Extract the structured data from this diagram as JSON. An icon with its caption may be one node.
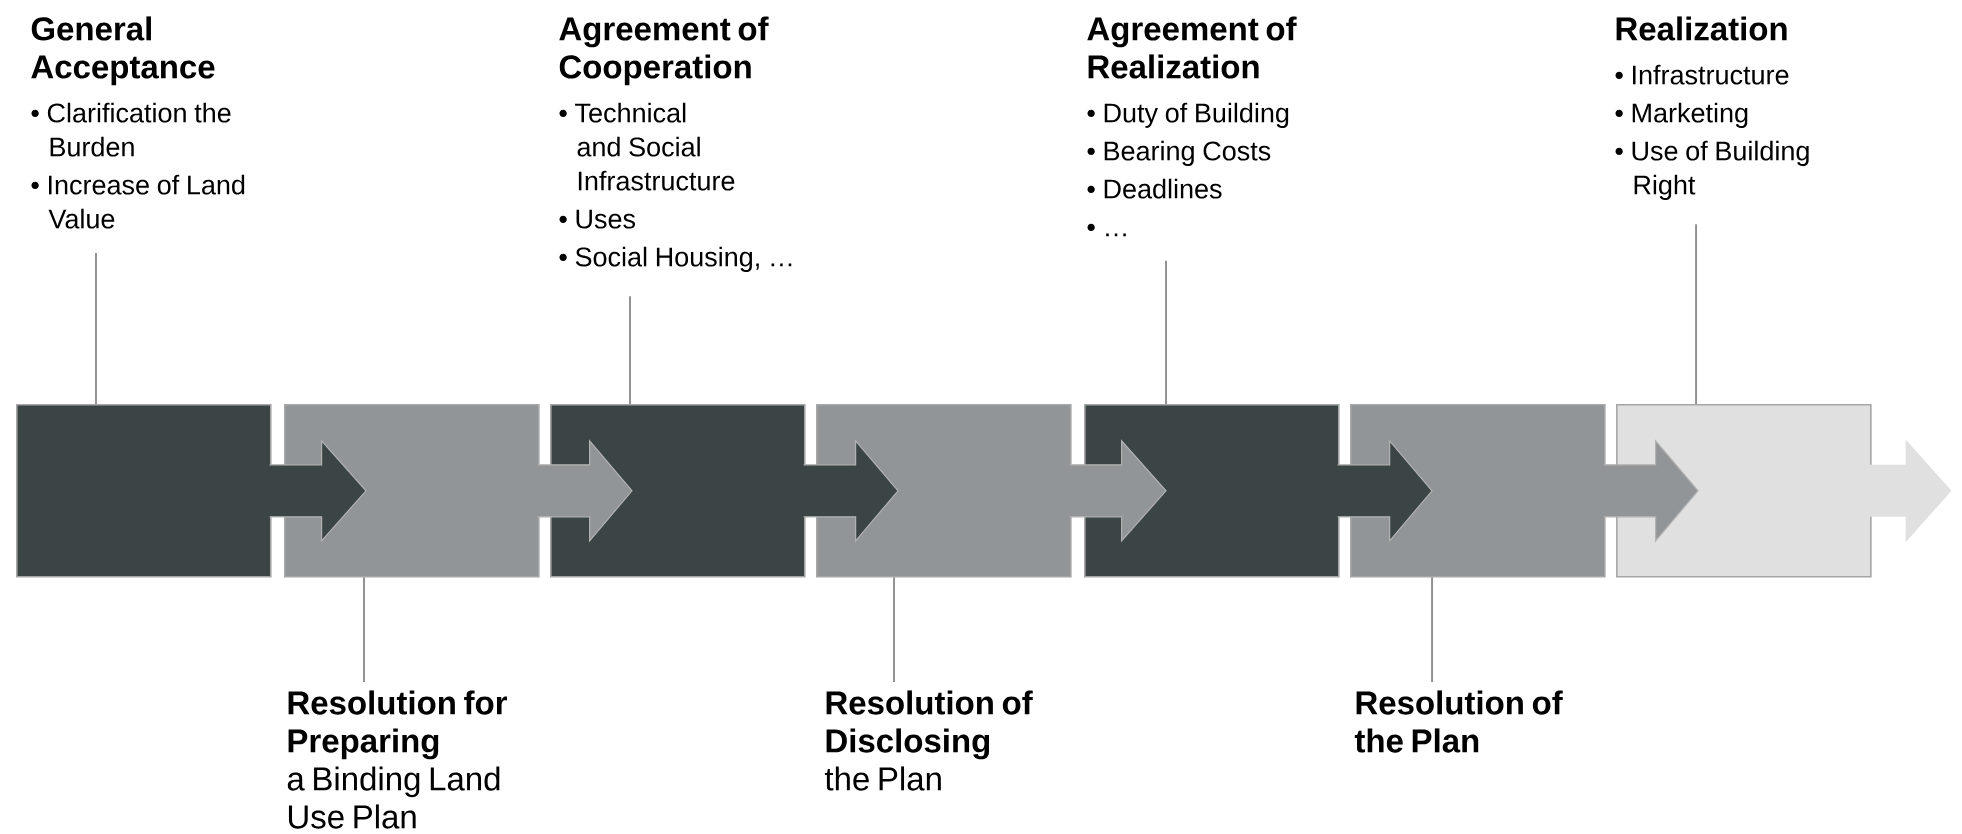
{
  "diagram": {
    "nodes": [
      {
        "text": [],
        "shape": "box"
      },
      {
        "text": [],
        "shape": "box"
      },
      {
        "text": [],
        "shape": "box"
      },
      {
        "text": [],
        "shape": "box"
      },
      {
        "text": [],
        "shape": "box"
      },
      {
        "text": [],
        "shape": "box"
      },
      {
        "text": [],
        "shape": "box"
      },
      {
        "text": [
          "General Acceptance",
          "• Clarification the Burden",
          "• Increase of Land Value"
        ]
      },
      {
        "text": [
          "Agreement of Cooperation",
          "• Technical and Social Infrastructure",
          "• Uses",
          "• Social Housing, …"
        ]
      },
      {
        "text": [
          "Agreement of Realization",
          "• Duty of Building",
          "• Bearing Costs",
          "• Deadlines",
          "• …"
        ]
      },
      {
        "text": [
          "Realization",
          "• Infrastructure",
          "• Marketing",
          "• Use of Building Right"
        ]
      },
      {
        "text": [
          "Resolution for Preparing",
          "a Binding Land Use Plan"
        ]
      },
      {
        "text": [
          "Resolution of Disclosing",
          "the Plan"
        ]
      },
      {
        "text": [
          "Resolution of the Plan"
        ]
      }
    ],
    "edges": [
      {
        "from": 0,
        "to": 1,
        "arrow": "to"
      },
      {
        "from": 1,
        "to": 2,
        "arrow": "to"
      },
      {
        "from": 2,
        "to": 3,
        "arrow": "to"
      },
      {
        "from": 3,
        "to": 4,
        "arrow": "to"
      },
      {
        "from": 4,
        "to": 5,
        "arrow": "to"
      },
      {
        "from": 5,
        "to": 6,
        "arrow": "to"
      },
      {
        "from": 6,
        "to": null,
        "arrow": "to",
        "style": "thick",
        "color": "#e0e0e0"
      },
      {
        "from": 7,
        "to": 0,
        "arrow": "none"
      },
      {
        "from": 8,
        "to": 2,
        "arrow": "none"
      },
      {
        "from": 9,
        "to": 4,
        "arrow": "none"
      },
      {
        "from": 10,
        "to": 6,
        "arrow": "none"
      },
      {
        "from": 11,
        "to": 1,
        "arrow": "none"
      },
      {
        "from": 12,
        "to": 3,
        "arrow": "none"
      },
      {
        "from": 13,
        "to": 5,
        "arrow": "none"
      }
    ]
  }
}
